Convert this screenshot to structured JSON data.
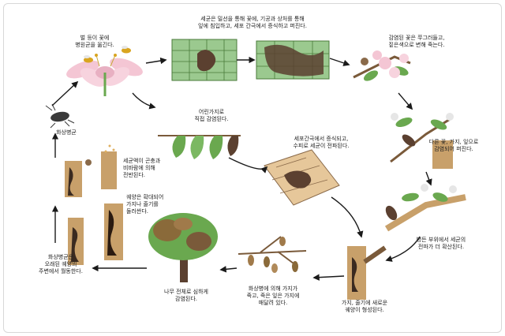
{
  "labels": {
    "bee": "벌 등이 꽃에\n병원균을 옮긴다.",
    "infection": "세균은 밀선을 통해 꽃에, 기공과 상처를 통해\n잎에 침입하고, 세포 간극에서 증식하고 퍼진다.",
    "blossom_wilt": "감염된 꽃은 쭈그러들고,\n짙은색으로 변해 죽는다.",
    "young_branch": "어린가지로\n직접 감염된다.",
    "insect": "화상병균",
    "spread": "다른 꽃, 가지, 잎으로\n감염되어 퍼진다.",
    "ooze": "세균액이 곤충과\n비바람에 의해\n전반된다.",
    "intercellular": "세포간극에서 증식되고,\n수피로 세균이 전파된다.",
    "canker_expand": "궤양은 확대되어\n가지나 줄기를\n둘러싼다.",
    "lesion_spread": "병든 부위에서 세균의\n전파가 더 확산된다.",
    "overwinter": "화상병균은\n오래된 궤양의\n주변에서 월동한다.",
    "dead_leaves": "화상병에 의해 가지가\n죽고, 죽은 잎은 가지에\n매달려 있다.",
    "whole_tree": "나무 전체로 심하게\n감염된다.",
    "new_canker": "가지, 줄기에 새로운\n궤양이 형성된다."
  },
  "colors": {
    "leaf_green": "#6aa84f",
    "petal_pink": "#f4c6d4",
    "lesion_brown": "#5b4030",
    "bark": "#c8a06a",
    "arrow": "#1a1a1a"
  },
  "icons": [
    "bee-icon",
    "flower-icon",
    "leaf-tissue-icon",
    "blossom-branch-icon",
    "insect-icon",
    "tree-icon",
    "canker-icon"
  ]
}
